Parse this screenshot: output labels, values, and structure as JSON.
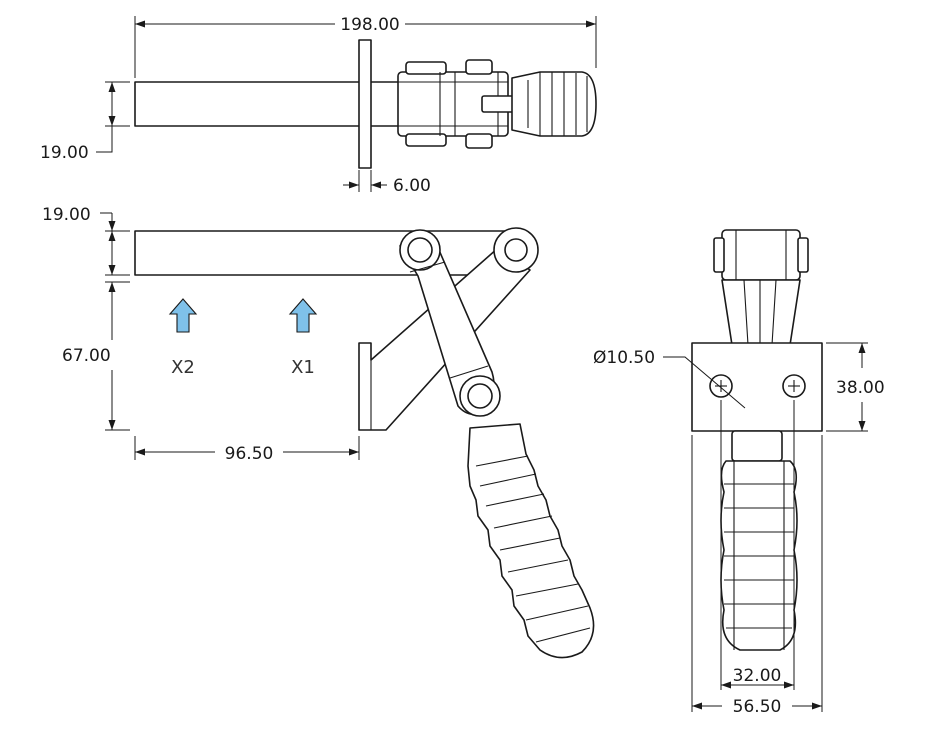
{
  "colors": {
    "line": "#1a1a1a",
    "arrow_fill": "#7fc1ea",
    "background": "#ffffff"
  },
  "dimensions": {
    "overall_length": "198.00",
    "top_bar_height": "19.00",
    "plate_thickness": "6.00",
    "side_bar_height": "19.00",
    "base_height": "67.00",
    "base_length": "96.50",
    "hole_diameter": "Ø10.50",
    "plate_height": "38.00",
    "hole_spacing": "32.00",
    "plate_width": "56.50"
  },
  "force_labels": {
    "x2": "X2",
    "x1": "X1"
  }
}
